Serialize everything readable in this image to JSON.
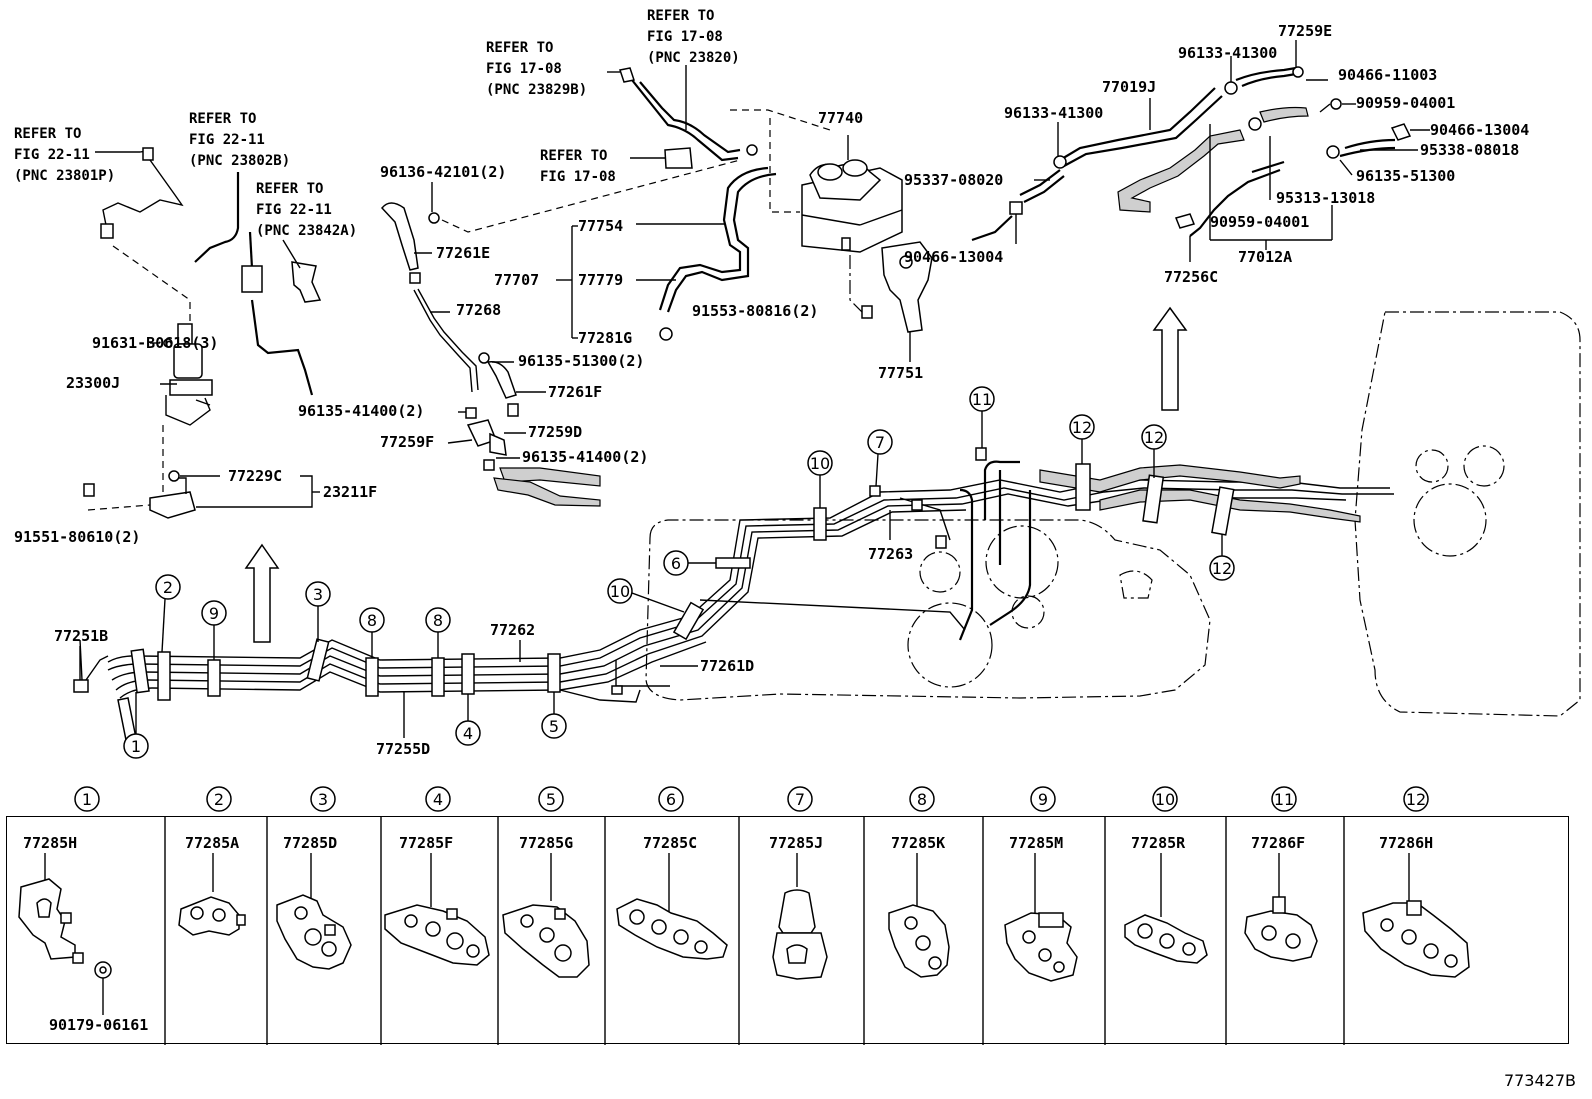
{
  "refer_notes": {
    "r1": [
      "REFER TO",
      "FIG 22-11",
      "(PNC 23801P)"
    ],
    "r2": [
      "REFER TO",
      "FIG 22-11",
      "(PNC 23802B)"
    ],
    "r3": [
      "REFER TO",
      "FIG 22-11",
      "(PNC 23842A)"
    ],
    "r4": [
      "REFER TO",
      "FIG 17-08",
      "(PNC 23829B)"
    ],
    "r5": [
      "REFER TO",
      "FIG 17-08",
      "(PNC 23820)"
    ],
    "r6": [
      "REFER TO",
      "FIG 17-08"
    ]
  },
  "labels": {
    "p91631": "91631-B0618(3)",
    "p23300J": "23300J",
    "p77229C": "77229C",
    "p23211F": "23211F",
    "p91551": "91551-80610(2)",
    "p96136": "96136-42101(2)",
    "p77261E": "77261E",
    "p77268": "77268",
    "p96135_51300_2": "96135-51300(2)",
    "p77261F": "77261F",
    "p96135_41400_a": "96135-41400(2)",
    "p77259D": "77259D",
    "p77259F": "77259F",
    "p96135_41400_b": "96135-41400(2)",
    "p77740": "77740",
    "p77754": "77754",
    "p77707": "77707",
    "p77779": "77779",
    "p77281G": "77281G",
    "p91553": "91553-80816(2)",
    "p77751": "77751",
    "p77259E": "77259E",
    "p96133_a": "96133-41300",
    "p77019J": "77019J",
    "p90466_11003": "90466-11003",
    "p96133_b": "96133-41300",
    "p90959_a": "90959-04001",
    "p90466_13004_a": "90466-13004",
    "p95337": "95337-08020",
    "p95338": "95338-08018",
    "p96135_51300": "96135-51300",
    "p95313": "95313-13018",
    "p90959_b": "90959-04001",
    "p90466_13004_b": "90466-13004",
    "p77256C": "77256C",
    "p77012A": "77012A",
    "p77251B": "77251B",
    "p77262": "77262",
    "p77255D": "77255D",
    "p77261D": "77261D",
    "p77263": "77263"
  },
  "clamp_callouts": {
    "c1": "1",
    "c2": "2",
    "c3": "3",
    "c4": "4",
    "c5": "5",
    "c6": "6",
    "c7": "7",
    "c8": "8",
    "c9": "9",
    "c10": "10",
    "c11": "11",
    "c12": "12"
  },
  "catalog": [
    {
      "num": "1",
      "part": "77285H",
      "extra": "90179-06161"
    },
    {
      "num": "2",
      "part": "77285A"
    },
    {
      "num": "3",
      "part": "77285D"
    },
    {
      "num": "4",
      "part": "77285F"
    },
    {
      "num": "5",
      "part": "77285G"
    },
    {
      "num": "6",
      "part": "77285C"
    },
    {
      "num": "7",
      "part": "77285J"
    },
    {
      "num": "8",
      "part": "77285K"
    },
    {
      "num": "9",
      "part": "77285M"
    },
    {
      "num": "10",
      "part": "77285R"
    },
    {
      "num": "11",
      "part": "77286F"
    },
    {
      "num": "12",
      "part": "77286H"
    }
  ],
  "footer_code": "773427B"
}
